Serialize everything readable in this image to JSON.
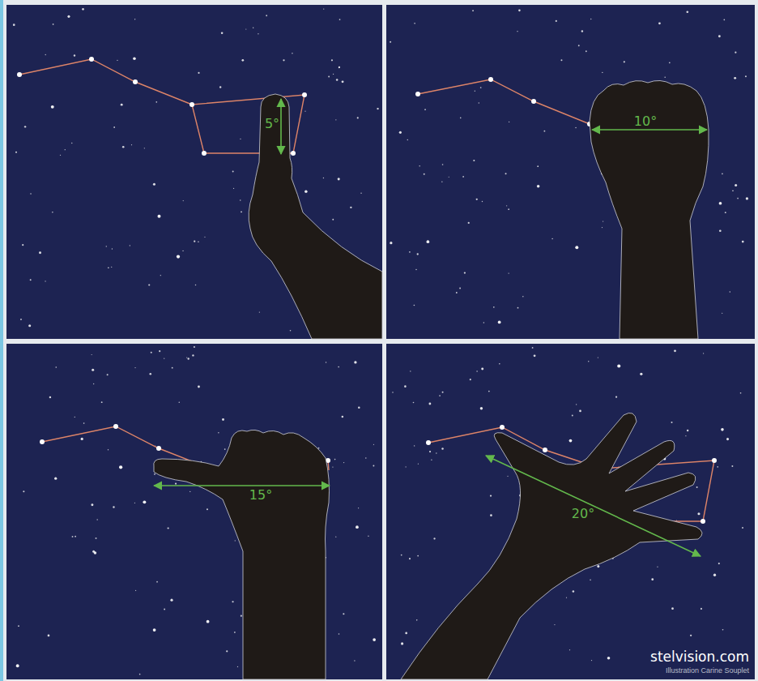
{
  "diagram": {
    "labels": [
      "5°",
      "10°",
      "15°",
      "20°",
      "stelvision.com",
      "Illustration Carine Souplet"
    ]
  }
}
